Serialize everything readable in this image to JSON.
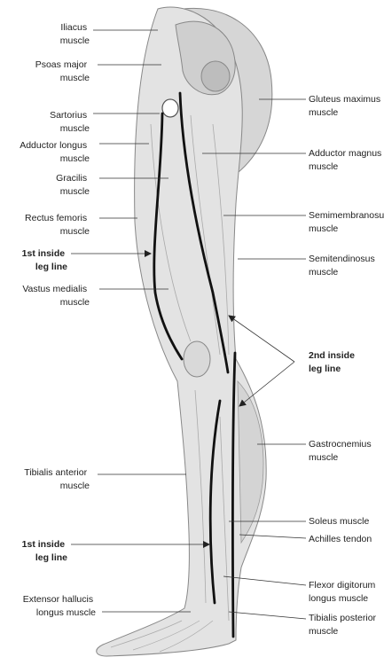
{
  "colors": {
    "muscle_fill": "#e3e3e3",
    "muscle_shade": "#cfcfcf",
    "outline": "#888888",
    "line": "#111111",
    "text": "#222222"
  },
  "labels": {
    "iliacus": [
      "Iliacus",
      "muscle"
    ],
    "psoas": [
      "Psoas major",
      "muscle"
    ],
    "sartorius": [
      "Sartorius",
      "muscle"
    ],
    "adductor_longus": [
      "Adductor longus",
      "muscle"
    ],
    "gracilis": [
      "Gracilis",
      "muscle"
    ],
    "rectus_femoris": [
      "Rectus femoris",
      "muscle"
    ],
    "inside_leg_line_1_upper": [
      "1st inside",
      "leg line"
    ],
    "vastus_medialis": [
      "Vastus medialis",
      "muscle"
    ],
    "tibialis_anterior": [
      "Tibialis anterior",
      "muscle"
    ],
    "inside_leg_line_1_lower": [
      "1st inside",
      "leg line"
    ],
    "extensor_hallucis": [
      "Extensor hallucis",
      "longus muscle"
    ],
    "gluteus_maximus": [
      "Gluteus maximus",
      "muscle"
    ],
    "adductor_magnus": [
      "Adductor magnus",
      "muscle"
    ],
    "semimembranosus": [
      "Semimembranosus",
      "muscle"
    ],
    "semitendinosus": [
      "Semitendinosus",
      "muscle"
    ],
    "inside_leg_line_2": [
      "2nd inside",
      "leg line"
    ],
    "gastrocnemius": [
      "Gastrocnemius",
      "muscle"
    ],
    "soleus": [
      "Soleus muscle"
    ],
    "achilles": [
      "Achilles tendon"
    ],
    "flexor_digitorum": [
      "Flexor digitorum",
      "longus muscle"
    ],
    "tibialis_posterior": [
      "Tibialis posterior",
      "muscle"
    ]
  }
}
